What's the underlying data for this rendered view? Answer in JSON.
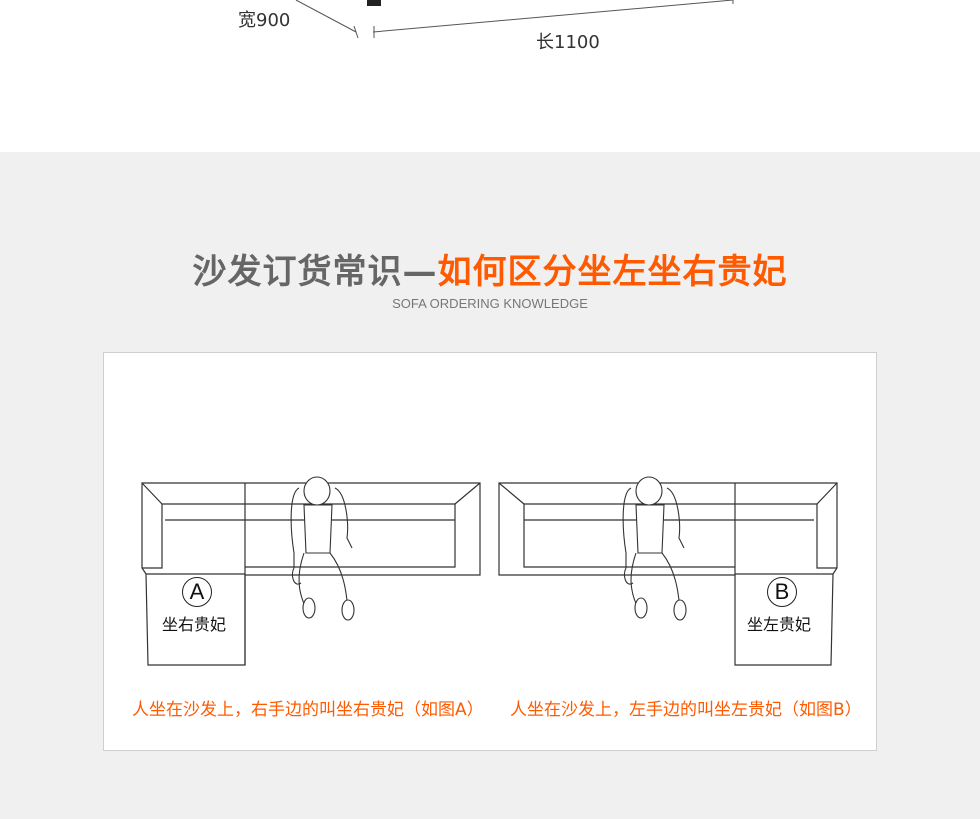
{
  "dimensions": {
    "width_label": "宽900",
    "length_label": "长1100"
  },
  "section": {
    "title_gray": "沙发订货常识—",
    "title_orange": "如何区分坐左坐右贵妃",
    "subtitle": "SOFA ORDERING KNOWLEDGE"
  },
  "diagram_a": {
    "badge": "A",
    "seat_label": "坐右贵妃",
    "caption": "人坐在沙发上，右手边的叫坐右贵妃（如图A）"
  },
  "diagram_b": {
    "badge": "B",
    "seat_label": "坐左贵妃",
    "caption": "人坐在沙发上，左手边的叫坐左贵妃（如图B）"
  },
  "colors": {
    "accent": "#ff5a00",
    "title_gray": "#666666",
    "background": "#f0f0f0"
  }
}
